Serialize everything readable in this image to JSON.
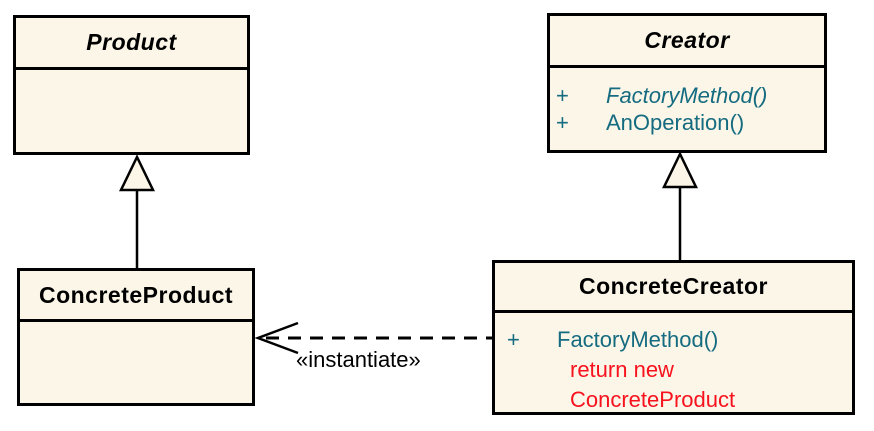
{
  "diagram": {
    "colors": {
      "background": "#FFFFFF",
      "box_fill": "#FBF6E8",
      "border": "#000000",
      "method": "#156B80",
      "note": "#F8121E",
      "text": "#000000"
    },
    "classes": {
      "product": {
        "name": "Product"
      },
      "creator": {
        "name": "Creator",
        "methods": [
          {
            "visibility": "+",
            "signature": "FactoryMethod()"
          },
          {
            "visibility": "+",
            "signature": "AnOperation()"
          }
        ]
      },
      "concreteProduct": {
        "name": "ConcreteProduct"
      },
      "concreteCreator": {
        "name": "ConcreteCreator",
        "methods": [
          {
            "visibility": "+",
            "signature": "FactoryMethod()"
          }
        ],
        "note_lines": [
          "return new",
          "ConcreteProduct"
        ]
      }
    },
    "labels": {
      "instantiate": "«instantiate»"
    }
  }
}
